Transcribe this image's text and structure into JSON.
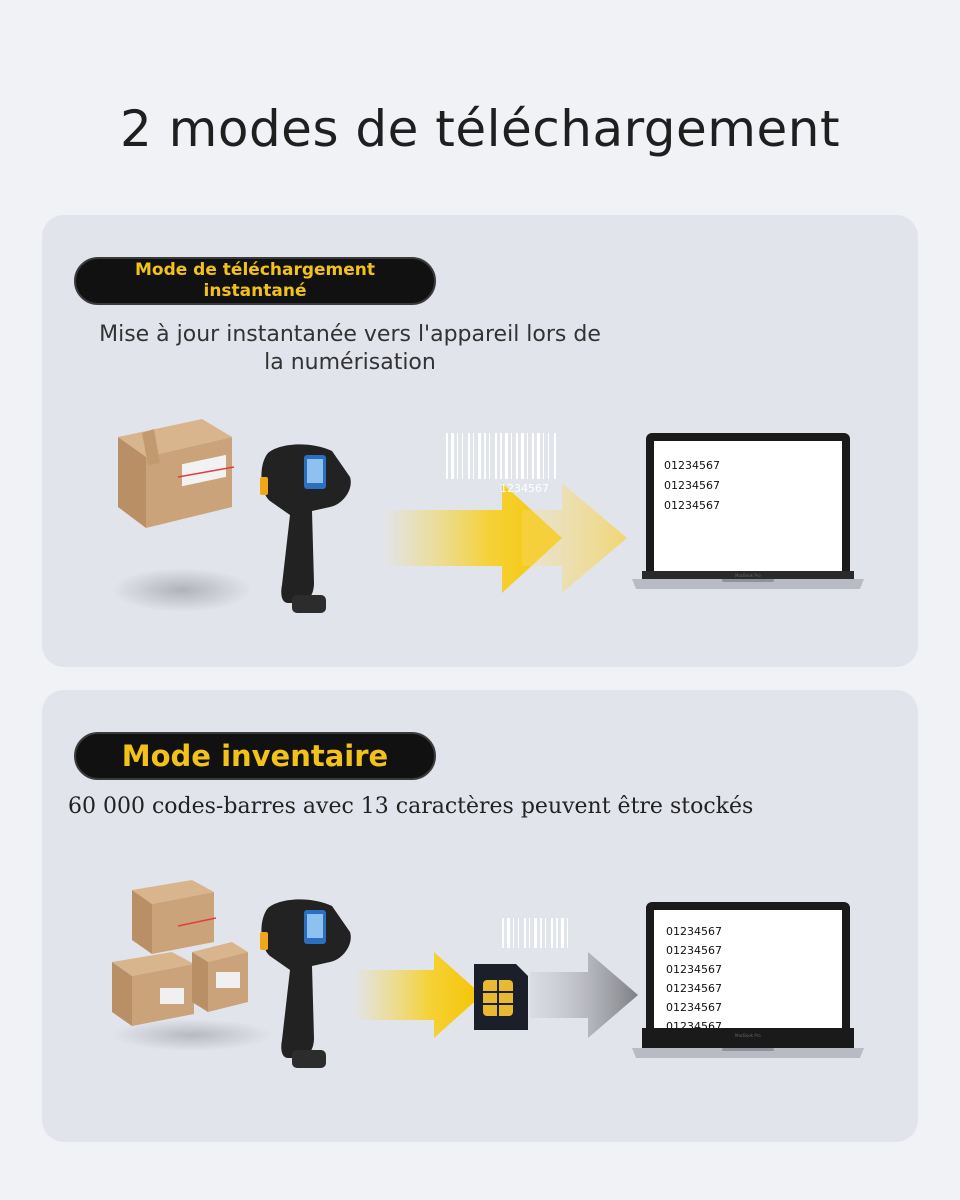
{
  "page": {
    "title": "2 modes de téléchargement"
  },
  "mode_instant": {
    "label": "Mode de téléchargement instantané",
    "description": "Mise à jour instantanée vers l'appareil lors de la numérisation",
    "screen_lines": [
      "01234567",
      "01234567",
      "01234567"
    ],
    "barcode_text": "1234567",
    "laptop_brand": "MacBook Pro"
  },
  "mode_inventory": {
    "label": "Mode inventaire",
    "description": "60 000 codes-barres avec 13 caractères peuvent être stockés",
    "screen_lines": [
      "01234567",
      "01234567",
      "01234567",
      "01234567",
      "01234567",
      "01234567"
    ],
    "laptop_brand": "MacBook Pro"
  },
  "colors": {
    "accent_yellow": "#f2c21b",
    "pill_bg": "#111111",
    "panel_bg": "#e2e4eb"
  }
}
